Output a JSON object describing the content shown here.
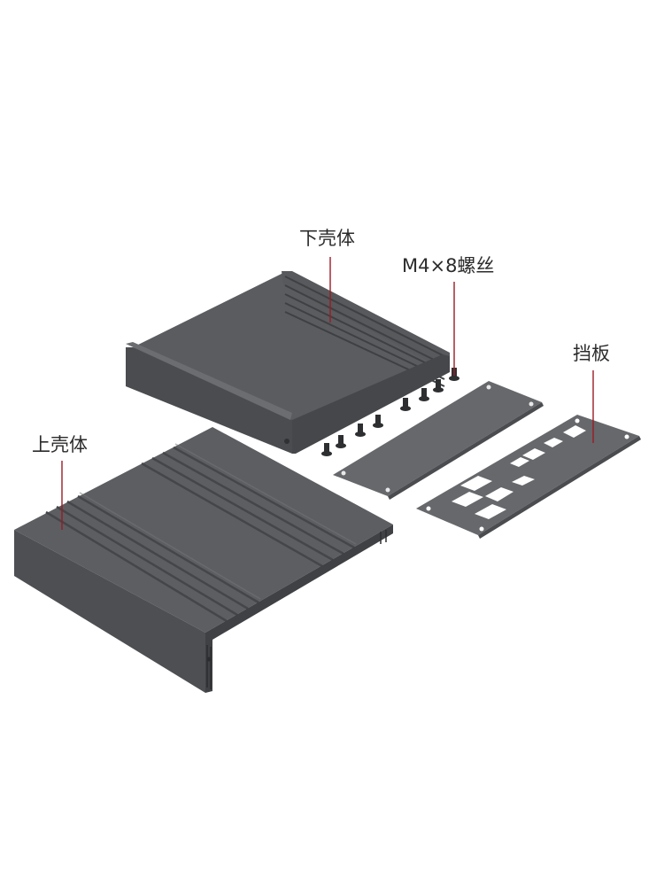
{
  "labels": {
    "lower_shell": "下壳体",
    "screw": "M4×8螺丝",
    "baffle": "挡板",
    "upper_shell": "上壳体"
  },
  "colors": {
    "background": "#ffffff",
    "housing_dark": "#4e5053",
    "housing_mid": "#5c5e61",
    "housing_light": "#6a6c6f",
    "panel": "#646669",
    "leader_line": "#9b1b24",
    "text": "#2b2b2b"
  }
}
